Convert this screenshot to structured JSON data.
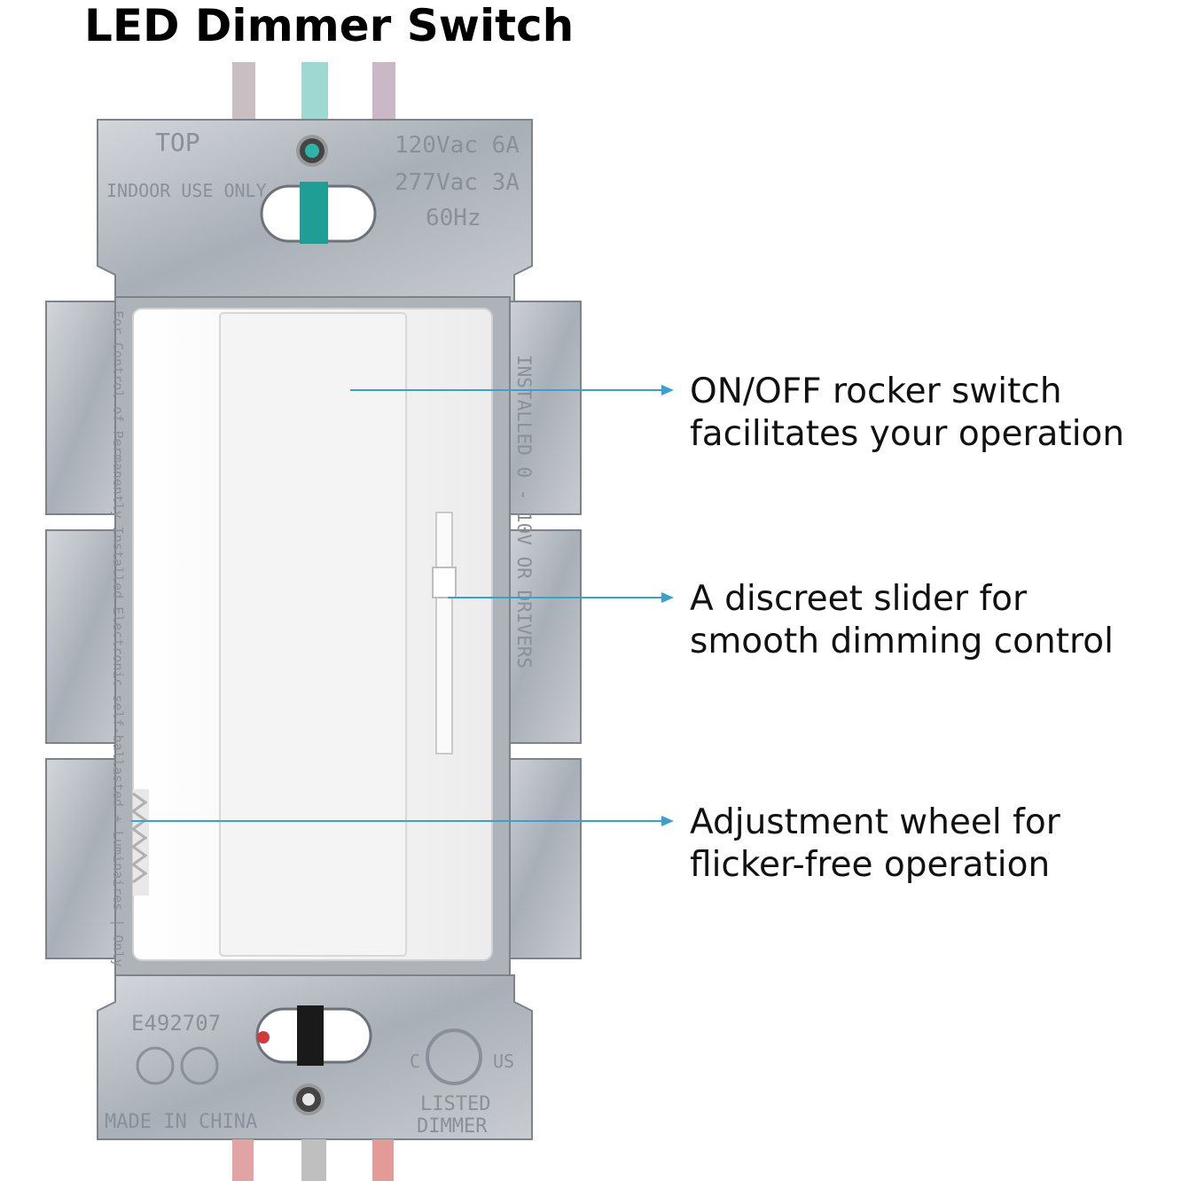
{
  "title": "LED Dimmer Switch",
  "callouts": [
    {
      "line1": "ON/OFF rocker switch",
      "line2": "facilitates your operation"
    },
    {
      "line1": "A discreet slider for",
      "line2": "smooth dimming control"
    },
    {
      "line1": "Adjustment wheel for",
      "line2": "flicker-free operation"
    }
  ],
  "strap_top": {
    "top_label": "TOP",
    "indoor_label": "INDOOR USE ONLY",
    "rating1": "120Vac 6A",
    "rating2": "277Vac 3A",
    "rating3": "60Hz"
  },
  "strap_bottom": {
    "model_code": "E492707",
    "made_in": "MADE IN CHINA",
    "listed1": "LISTED",
    "listed2": "DIMMER",
    "ul_c": "C",
    "ul_us": "US"
  },
  "side_text_right": "INSTALLED 0 - 10V OR DRIVERS",
  "side_text_left": "For Control of Permanently Installed Electronic self-ballasted + Luminaires | Only",
  "colors": {
    "accent_line": "#3aa0d0",
    "metal": "#b9bec5",
    "switch_white": "#f6f6f6",
    "wire_teal": "#2fb3a8",
    "wire_red": "#d23a3a"
  }
}
